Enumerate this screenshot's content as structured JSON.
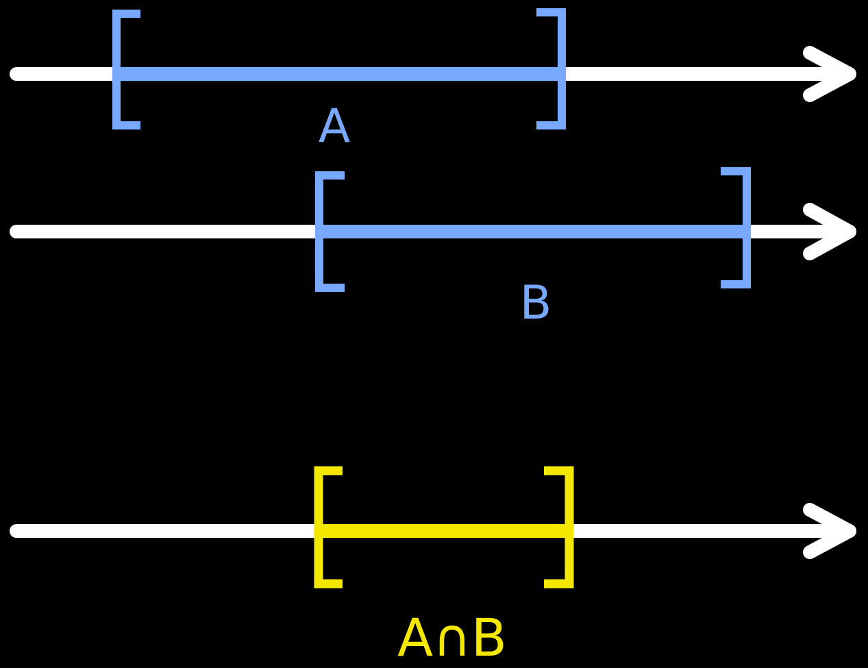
{
  "colors": {
    "background": "#000000",
    "axis": "#ffffff",
    "interval": "#78a8ff",
    "intersection": "#f5e800"
  },
  "number_lines": [
    {
      "name": "number-line-a",
      "interval_color": "interval",
      "label": "A",
      "closed_left": true,
      "closed_right": true
    },
    {
      "name": "number-line-b",
      "interval_color": "interval",
      "label": "B",
      "closed_left": true,
      "closed_right": true
    },
    {
      "name": "number-line-intersection",
      "interval_color": "intersection",
      "label": "A∩B",
      "closed_left": true,
      "closed_right": true
    }
  ]
}
